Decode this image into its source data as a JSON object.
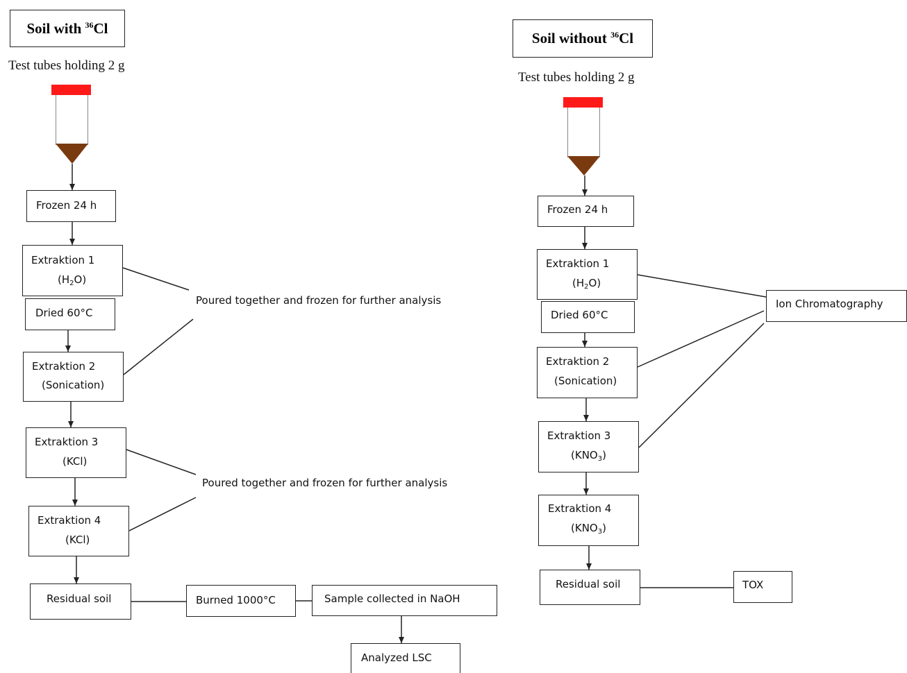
{
  "left": {
    "title_main": "Soil with ",
    "title_sup": "36",
    "title_end": "Cl",
    "tube_label": "Test tubes holding 2 g",
    "frozen": "Frozen 24 h",
    "ext1_line1": "Extraktion 1",
    "ext1_line2_pre": "(H",
    "ext1_line2_sub": "2",
    "ext1_line2_post": "O)",
    "dried": "Dried 60°C",
    "ext2_line1": "Extraktion 2",
    "ext2_line2": "(Sonication)",
    "ext3_line1": "Extraktion 3",
    "ext3_line2": "(KCl)",
    "ext4_line1": "Extraktion 4",
    "ext4_line2": "(KCl)",
    "residual": "Residual soil",
    "burned": "Burned 1000°C",
    "naoh": "Sample collected in NaOH",
    "lsc": "Analyzed LSC",
    "note1": "Poured together and frozen for further analysis",
    "note2": "Poured together and frozen for further analysis"
  },
  "right": {
    "title_main": "Soil without ",
    "title_sup": "36",
    "title_end": "Cl",
    "tube_label": "Test tubes holding 2 g",
    "frozen": "Frozen 24 h",
    "ext1_line1": "Extraktion 1",
    "ext1_line2_pre": "(H",
    "ext1_line2_sub": "2",
    "ext1_line2_post": "O)",
    "dried": "Dried 60°C",
    "ext2_line1": "Extraktion 2",
    "ext2_line2": "(Sonication)",
    "ext3_line1": "Extraktion 3",
    "ext3_line2_pre": "(KNO",
    "ext3_line2_sub": "3",
    "ext3_line2_post": ")",
    "ext4_line1": "Extraktion 4",
    "ext4_line2_pre": "(KNO",
    "ext4_line2_sub": "3",
    "ext4_line2_post": ")",
    "residual": "Residual soil",
    "ion": "Ion Chromatography",
    "tox": "TOX"
  },
  "colors": {
    "cap": "#ff1a1a",
    "soil": "#7a3a10",
    "stroke": "#222222"
  }
}
